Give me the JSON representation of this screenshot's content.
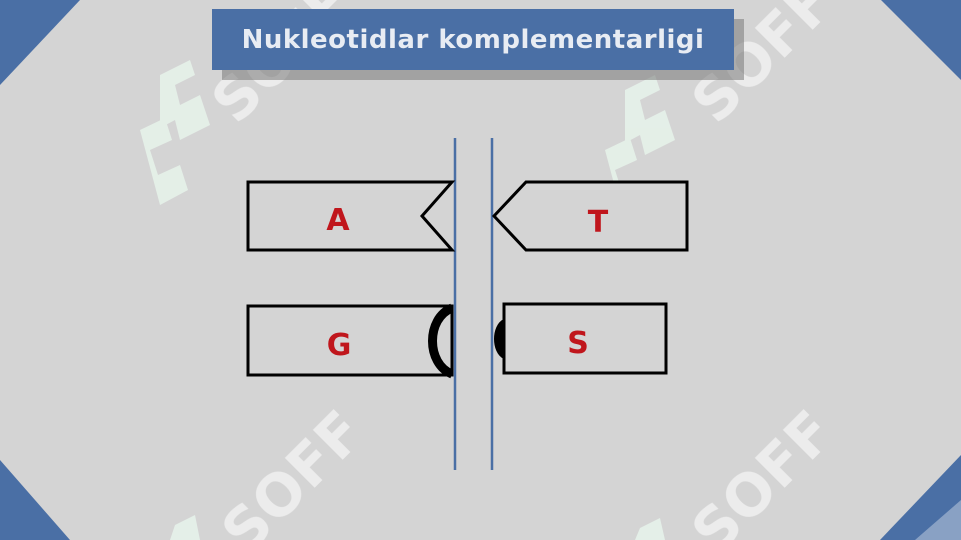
{
  "title": "Nukleotidlar komplementarligi",
  "watermark": "SOFF",
  "nucleotides": {
    "top_left": "A",
    "top_right": "T",
    "bottom_left": "G",
    "bottom_right": "S"
  },
  "colors": {
    "background": "#d4d4d4",
    "title_bar": "#4a6fa5",
    "corner": "#4a6fa5",
    "letters": "#c0161c",
    "strand_lines": "#4a6fa5",
    "watermark": "#ffffff"
  }
}
